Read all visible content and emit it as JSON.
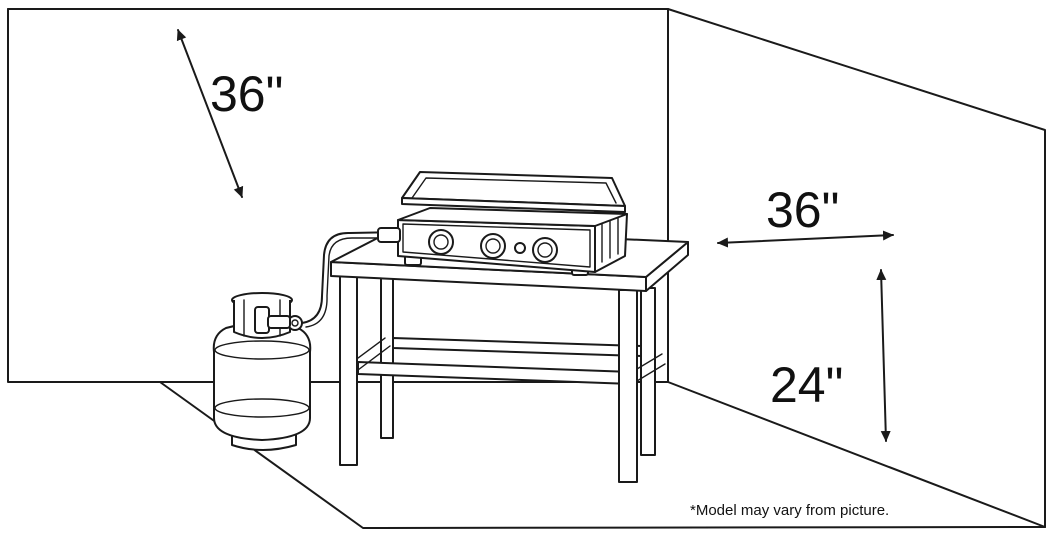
{
  "dimensions": {
    "overhead_clearance": "36\"",
    "side_clearance": "36\"",
    "height": "24\""
  },
  "footnote": "*Model may vary from picture."
}
